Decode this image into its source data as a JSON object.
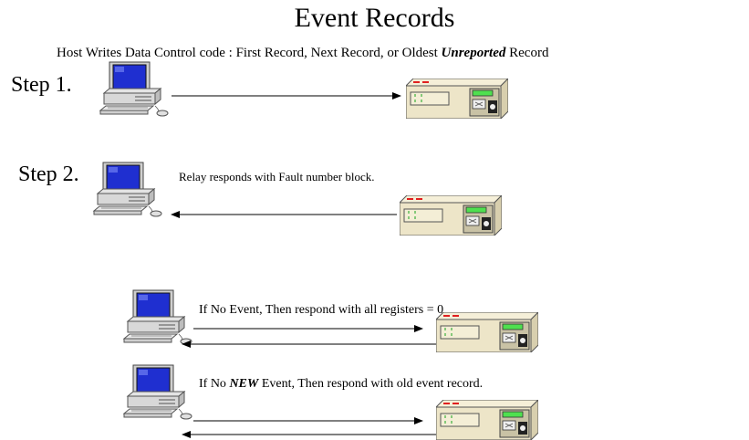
{
  "title": "Event Records",
  "subtitle": {
    "before": "Host Writes Data Control code : First Record, Next Record, or Oldest ",
    "emphasis": "Unreported",
    "after": " Record"
  },
  "steps": [
    {
      "label": "Step 1."
    },
    {
      "label": "Step 2.",
      "note": "Relay responds with Fault number block."
    }
  ],
  "scenarios": [
    {
      "before": "If No Event, Then respond with  all registers = 0",
      "emphasis": "",
      "after": ""
    },
    {
      "before": "If No ",
      "emphasis": "NEW",
      "after": " Event, Then respond with old event record."
    }
  ],
  "colors": {
    "screen": "#1f2fd0",
    "computer_body": "#d8d8d8",
    "relay_body": "#ede5c8",
    "relay_display": "#4fe04f",
    "relay_led": "#e02020",
    "arrow": "#000000"
  },
  "icons": [
    "computer-icon",
    "relay-icon",
    "arrow-right",
    "arrow-left"
  ]
}
